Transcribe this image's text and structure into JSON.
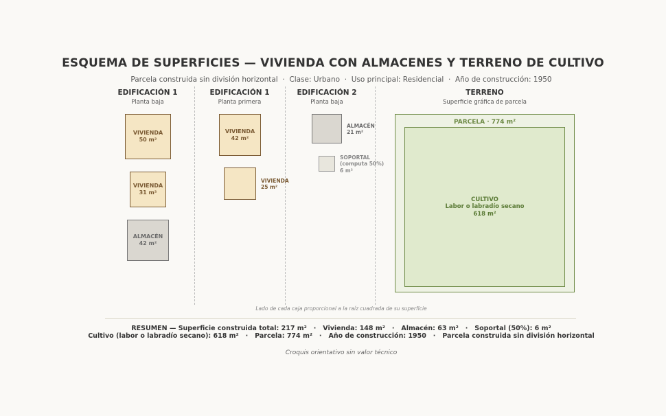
{
  "title": "ESQUEMA DE SUPERFICIES — VIVIENDA CON ALMACENES Y TERRENO DE CULTIVO",
  "subtitle": "Parcela construida sin división horizontal  ·  Clase: Urbano  ·  Uso principal: Residencial  ·  Año de construcción: 1950",
  "columns": [
    {
      "heading": "EDIFICACIÓN 1",
      "sub": "Planta baja"
    },
    {
      "heading": "EDIFICACIÓN 1",
      "sub": "Planta primera"
    },
    {
      "heading": "EDIFICACIÓN 2",
      "sub": "Planta baja"
    },
    {
      "heading": "TERRENO",
      "sub": "Superficie gráfica de parcela"
    }
  ],
  "units": [
    {
      "name": "VIVIENDA",
      "area": "50 m²",
      "area_m2": 50
    },
    {
      "name": "VIVIENDA",
      "area": "31 m²",
      "area_m2": 31
    },
    {
      "name": "ALMACÉN",
      "area": "42 m²",
      "area_m2": 42
    },
    {
      "name": "VIVIENDA",
      "area": "42 m²",
      "area_m2": 42
    },
    {
      "name": "VIVIENDA",
      "area": "25 m²",
      "area_m2": 25
    },
    {
      "name": "ALMACÉN",
      "area": "21 m²",
      "area_m2": 21
    },
    {
      "name": "SOPORTAL",
      "note": "(computa 50%)",
      "area": "6 m²",
      "area_m2": 6
    }
  ],
  "parcela": {
    "label": "PARCELA · 774 m²",
    "area_m2": 774
  },
  "cultivo": {
    "name": "CULTIVO",
    "desc": "Labor o labradío secano",
    "area": "618 m²",
    "area_m2": 618
  },
  "caption": "Lado de cada caja proporcional a la raíz cuadrada de su superficie",
  "summary": {
    "line1": "RESUMEN — Superficie construida total: 217 m²   ·   Vivienda: 148 m²   ·   Almacén: 63 m²   ·   Soportal (50%): 6 m²",
    "line2": "Cultivo (labor o labradío secano): 618 m²   ·   Parcela: 774 m²   ·   Año de construcción: 1950   ·   Parcela construida sin división horizontal"
  },
  "footer": "Croquis orientativo sin valor técnico",
  "colors": {
    "vivienda_fill": "#f5e6c4",
    "vivienda_stroke": "#7a5a33",
    "almacen_fill": "#dad7d0",
    "almacen_stroke": "#777777",
    "cultivo_fill": "#e0eacd",
    "parcela_stroke": "#6d8a45"
  }
}
